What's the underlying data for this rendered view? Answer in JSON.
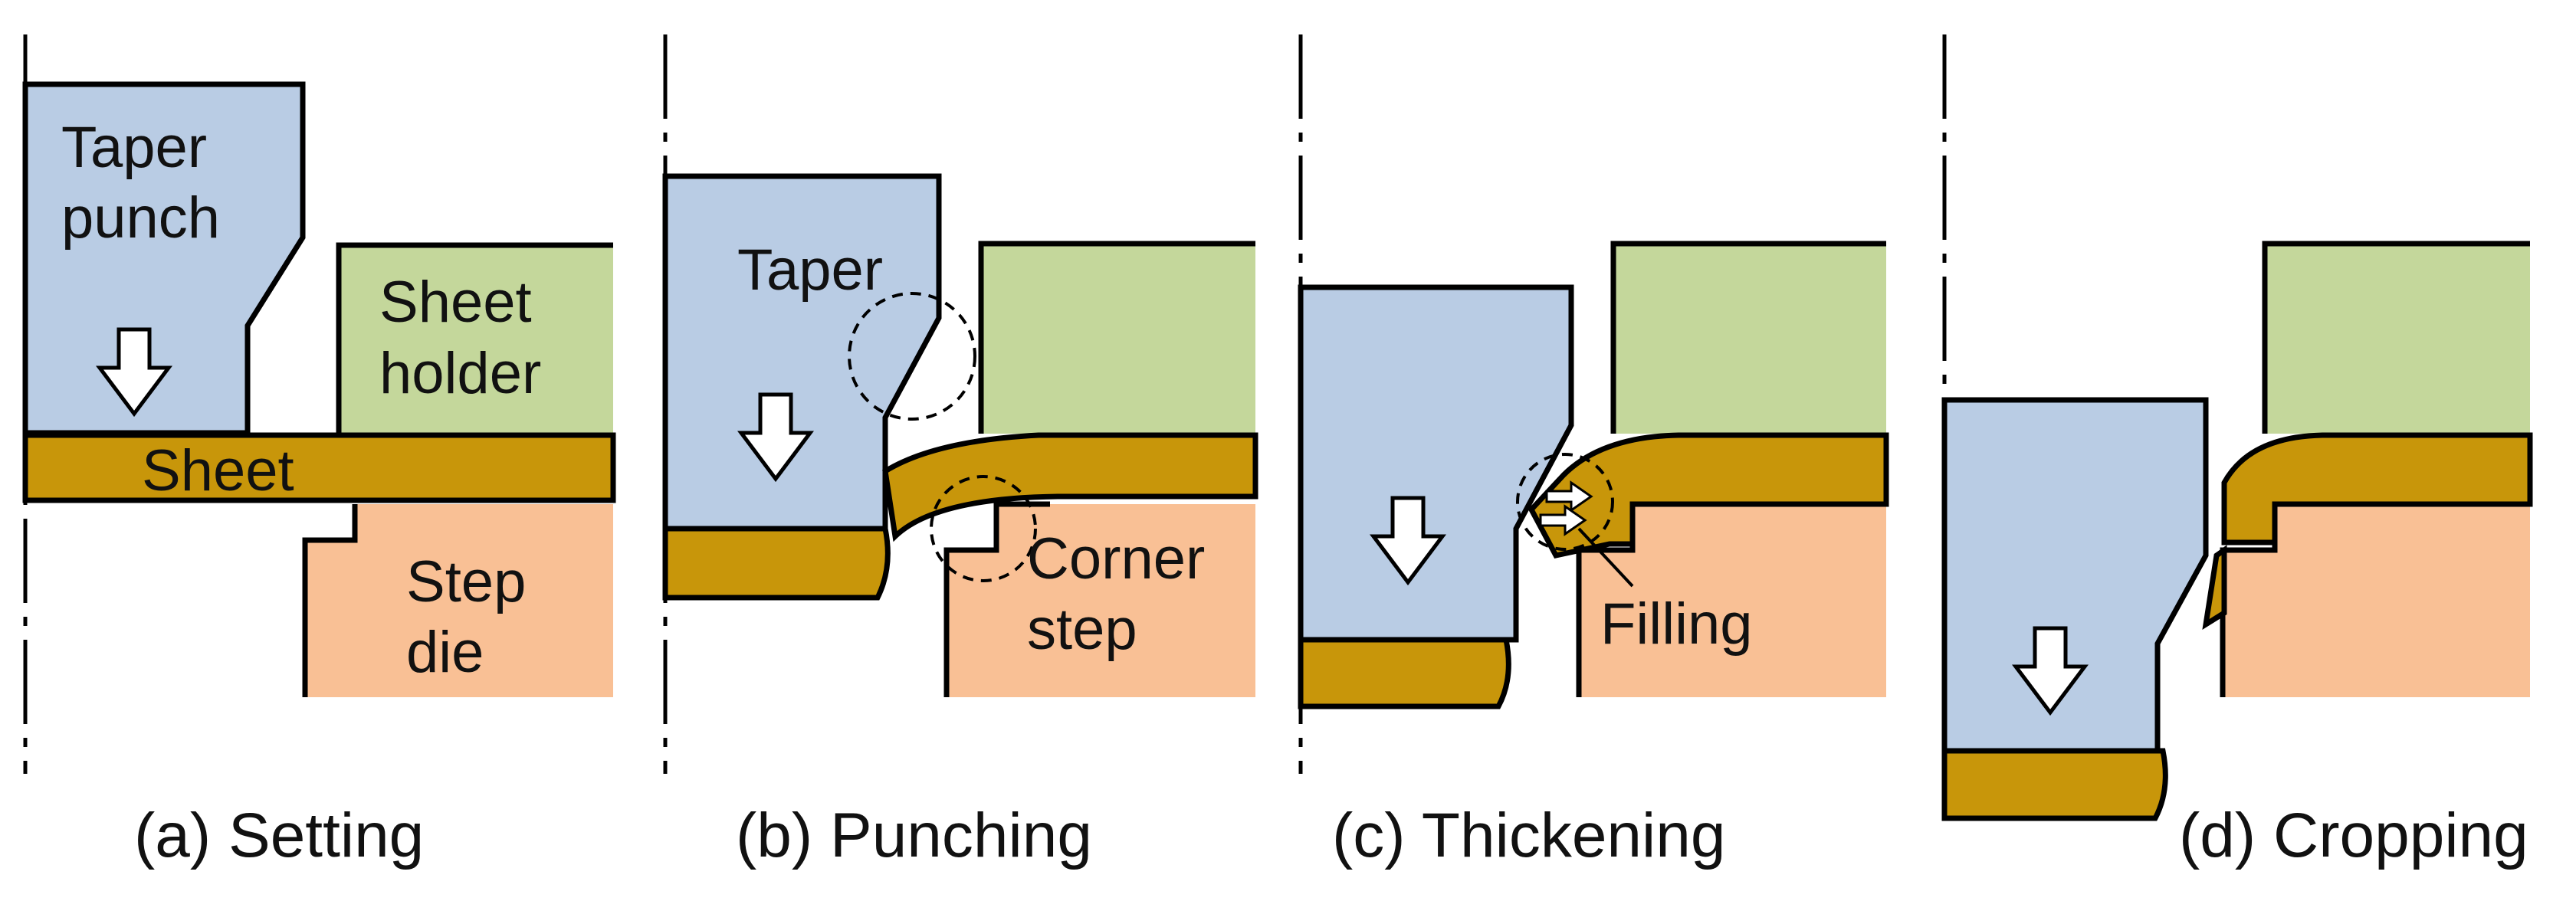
{
  "colors": {
    "punch": "#b9cce4",
    "holder": "#c4d79b",
    "die": "#f9c095",
    "sheet": "#c8960a",
    "stroke": "#000000"
  },
  "panel_a": {
    "punch_label_line1": "Taper",
    "punch_label_line2": "punch",
    "holder_label_line1": "Sheet",
    "holder_label_line2": "holder",
    "sheet_label": "Sheet",
    "die_label_line1": "Step",
    "die_label_line2": "die",
    "caption": "(a) Setting"
  },
  "panel_b": {
    "taper_label": "Taper",
    "corner_label_line1": "Corner",
    "corner_label_line2": "step",
    "caption": "(b) Punching"
  },
  "panel_c": {
    "filling_label": "Filling",
    "caption": "(c) Thickening"
  },
  "panel_d": {
    "caption": "(d) Cropping"
  }
}
